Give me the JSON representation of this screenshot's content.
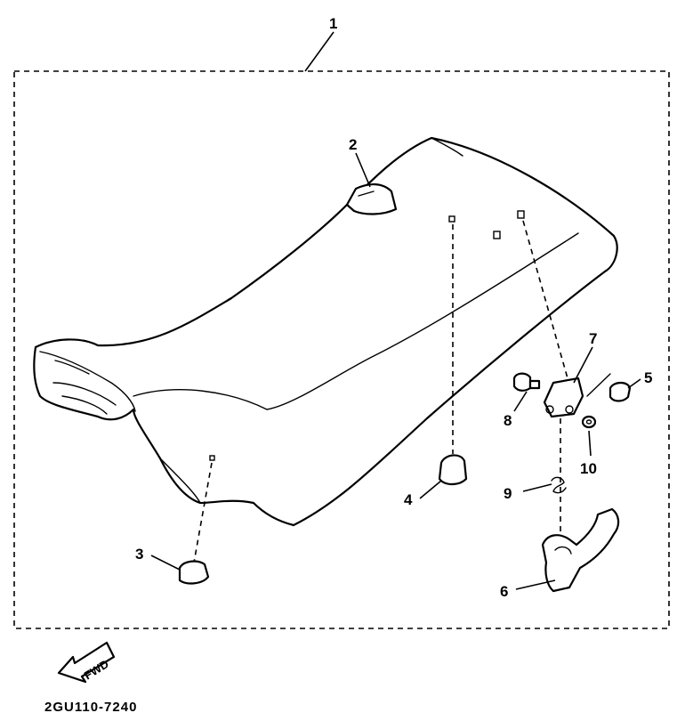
{
  "callouts": {
    "assembly": "1",
    "p2": "2",
    "p3": "3",
    "p4": "4",
    "p5": "5",
    "p6": "6",
    "p7": "7",
    "p8": "8",
    "p9": "9",
    "p10": "10"
  },
  "fwd_label": "FWD",
  "part_code": "2GU110-7240"
}
